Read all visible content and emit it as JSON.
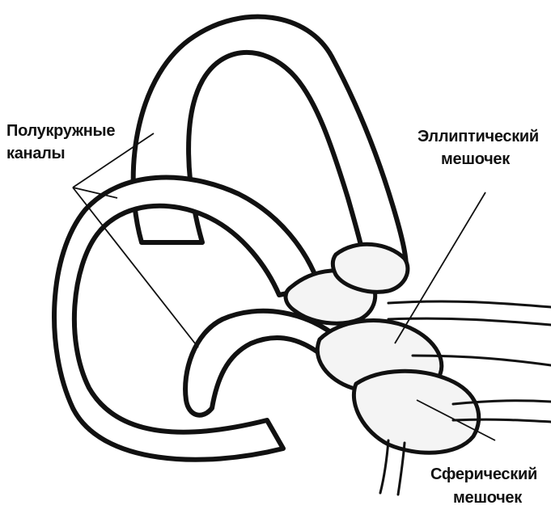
{
  "labels": {
    "semicircular_line1": "Полукружные",
    "semicircular_line2": "каналы",
    "utricle_line1": "Эллиптический",
    "utricle_line2": "мешочек",
    "saccule_line1": "Сферический",
    "saccule_line2": "мешочек"
  }
}
